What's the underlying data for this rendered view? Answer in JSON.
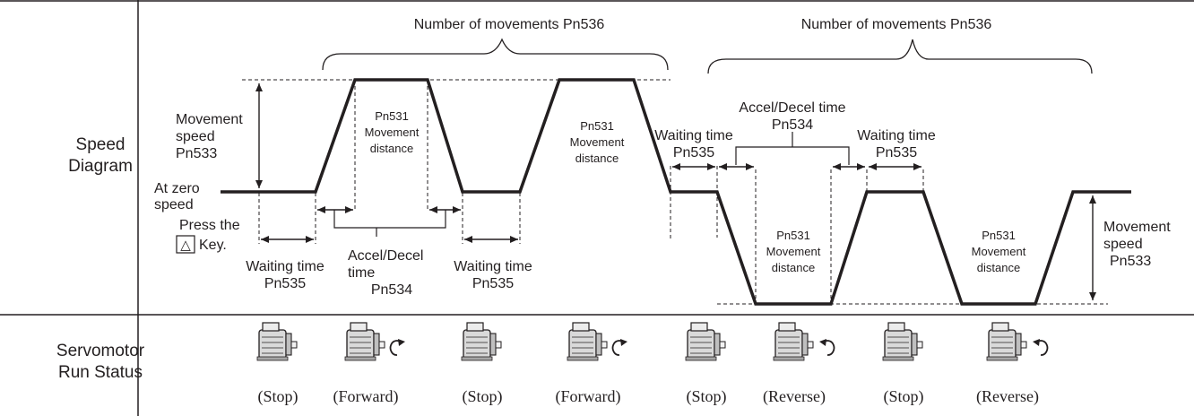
{
  "table": {
    "row1_label_line1": "Speed",
    "row1_label_line2": "Diagram",
    "row2_label_line1": "Servomotor",
    "row2_label_line2": "Run Status"
  },
  "diagram": {
    "number_of_movements": "Number of movements Pn536",
    "movement_speed": [
      "Movement",
      "speed",
      "Pn533"
    ],
    "at_zero_speed": [
      "At zero",
      "speed"
    ],
    "press_the": "Press the",
    "key_symbol": "△",
    "key_suffix": "Key.",
    "waiting_time": "Waiting time",
    "pn535": "Pn535",
    "accel_decel_time_line1": "Accel/Decel",
    "accel_decel_time_line2": "time",
    "accel_decel_time_single": "Accel/Decel time",
    "pn534": "Pn534",
    "pn531": "Pn531",
    "movement": "Movement",
    "distance": "distance"
  },
  "status": [
    {
      "label": "(Stop)",
      "rotation": "none"
    },
    {
      "label": "(Forward)",
      "rotation": "forward"
    },
    {
      "label": "(Stop)",
      "rotation": "none"
    },
    {
      "label": "(Forward)",
      "rotation": "forward"
    },
    {
      "label": "(Stop)",
      "rotation": "none"
    },
    {
      "label": "(Reverse)",
      "rotation": "reverse"
    },
    {
      "label": "(Stop)",
      "rotation": "none"
    },
    {
      "label": "(Reverse)",
      "rotation": "reverse"
    }
  ],
  "colors": {
    "line": "#231f20",
    "motor_body": "#d9d9d9"
  }
}
